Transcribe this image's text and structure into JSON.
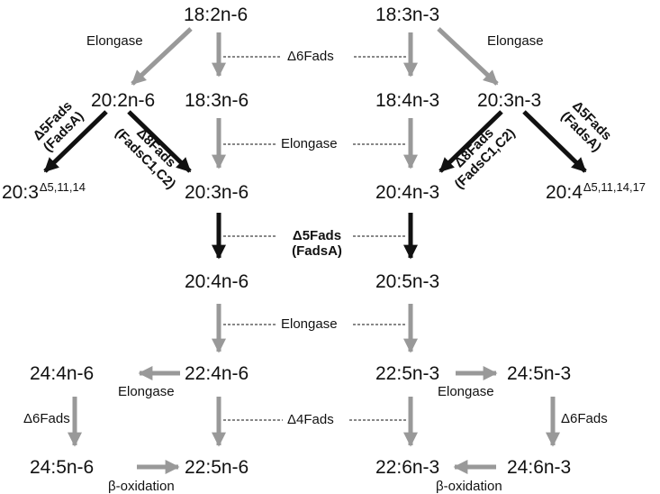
{
  "nodes": {
    "la": "18:2n-6",
    "ala": "18:3n-3",
    "eda": "20:2n-6",
    "gla": "18:3n-6",
    "sda": "18:4n-3",
    "ete": "20:3n-3",
    "scia_base": "20:3",
    "scia_sup": "Δ5,11,14",
    "dgla": "20:3n-6",
    "eta": "20:4n-3",
    "jun_base": "20:4",
    "jun_sup": "Δ5,11,14,17",
    "ara": "20:4n-6",
    "epa": "20:5n-3",
    "c244n6": "24:4n-6",
    "ada": "22:4n-6",
    "dpa3": "22:5n-3",
    "c245n3": "24:5n-3",
    "c245n6": "24:5n-6",
    "dpa6": "22:5n-6",
    "dha": "22:6n-3",
    "c246n3": "24:6n-3"
  },
  "enzymes": {
    "elongase_left": "Elongase",
    "elongase_right": "Elongase",
    "d6_top": "Δ6Fads",
    "elongase_mid1": "Elongase",
    "d5_left_l1": "Δ5Fads",
    "d5_left_l2": "(FadsA)",
    "d8_left_l1": "Δ8Fads",
    "d8_left_l2": "(FadsC1,C2)",
    "d8_right_l1": "Δ8Fads",
    "d8_right_l2": "(FadsC1,C2)",
    "d5_right_l1": "Δ5Fads",
    "d5_right_l2": "(FadsA)",
    "d5_center_l1": "Δ5Fads",
    "d5_center_l2": "(FadsA)",
    "elongase_mid2": "Elongase",
    "elongase_lower_left": "Elongase",
    "elongase_lower_right": "Elongase",
    "d4": "Δ4Fads",
    "d6_lower_left": "Δ6Fads",
    "d6_lower_right": "Δ6Fads",
    "box_left": "β-oxidation",
    "box_right": "β-oxidation"
  },
  "colors": {
    "gray_arrow": "#999999",
    "black_arrow": "#111111",
    "text": "#111111"
  }
}
